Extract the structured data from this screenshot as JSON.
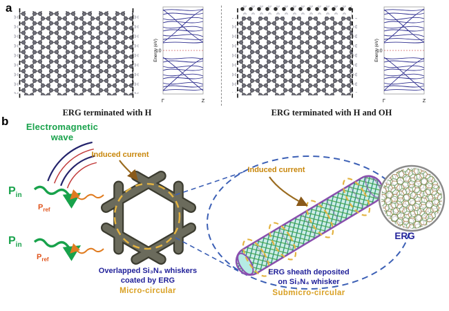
{
  "figure": {
    "panel_a": {
      "label": "a",
      "left": {
        "caption": "ERG terminated with H",
        "band": {
          "ylabel": "Energy (eV)",
          "zero": "0",
          "gamma": "Γ",
          "z": "Z"
        }
      },
      "right": {
        "caption": "ERG terminated with H and OH",
        "band": {
          "ylabel": "Energy (eV)",
          "zero": "0",
          "gamma": "Γ",
          "z": "Z"
        }
      }
    },
    "panel_b": {
      "label": "b",
      "em_wave": {
        "line1": "Electromagnetic",
        "line2": "wave"
      },
      "pin": {
        "base": "P",
        "sub": "in"
      },
      "pref": {
        "base": "P",
        "sub": "ref"
      },
      "induced_current": "Induced current",
      "whisker": {
        "line1": "Overlapped Si₃N₄ whiskers",
        "line2": "coated by ERG",
        "type": "Micro-circular"
      },
      "sheath": {
        "line1": "ERG sheath deposited",
        "line2": "on Si₃N₄ whisker",
        "type": "Submicro-circular"
      },
      "erg_label": "ERG"
    },
    "colors": {
      "band_line": "#2f2f8f",
      "em_green": "#18a24b",
      "induced_orange": "#c8860a",
      "caption_navy": "#22229a",
      "circular_gold": "#d9a023",
      "pref_orange": "#e0541c",
      "tube_purple": "#8a4fae",
      "tube_teal": "#1d8a74"
    }
  }
}
